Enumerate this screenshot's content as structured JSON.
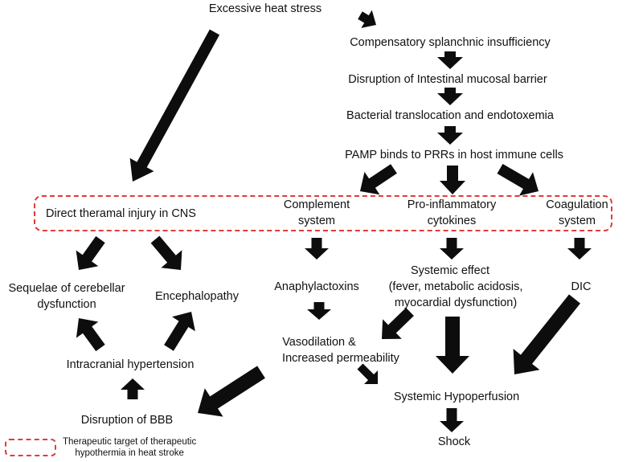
{
  "nodes": {
    "heat_stress": "Excessive heat stress",
    "splanchnic": "Compensatory splanchnic  insufficiency",
    "mucosal": "Disruption of Intestinal mucosal barrier",
    "translocation": "Bacterial translocation and endotoxemia",
    "pamp": "PAMP binds to PRRs in host immune cells",
    "cns_injury": "Direct theramal injury in CNS",
    "complement_1": "Complement",
    "complement_2": "system",
    "cytokines_1": "Pro-inflammatory",
    "cytokines_2": "cytokines",
    "coagulation_1": "Coagulation",
    "coagulation_2": "system",
    "cerebellar_1": "Sequelae of cerebellar",
    "cerebellar_2": "dysfunction",
    "encephalopathy": "Encephalopathy",
    "intracranial": "Intracranial hypertension",
    "bbb": "Disruption of BBB",
    "anaphylactoxins": "Anaphylactoxins",
    "systemic_1": "Systemic effect",
    "systemic_2": "(fever, metabolic acidosis,",
    "systemic_3": "myocardial dysfunction)",
    "dic": "DIC",
    "vasodilation_1": "Vasodilation &",
    "vasodilation_2": "Increased permeability",
    "hypoperfusion": "Systemic Hypoperfusion",
    "shock": "Shock"
  },
  "legend": {
    "line1": "Therapeutic target of therapeutic",
    "line2": "hypothermia in heat stroke"
  },
  "colors": {
    "arrow": "#0d0d0d",
    "dashed_box": "#e23b3b",
    "text": "#111111"
  }
}
